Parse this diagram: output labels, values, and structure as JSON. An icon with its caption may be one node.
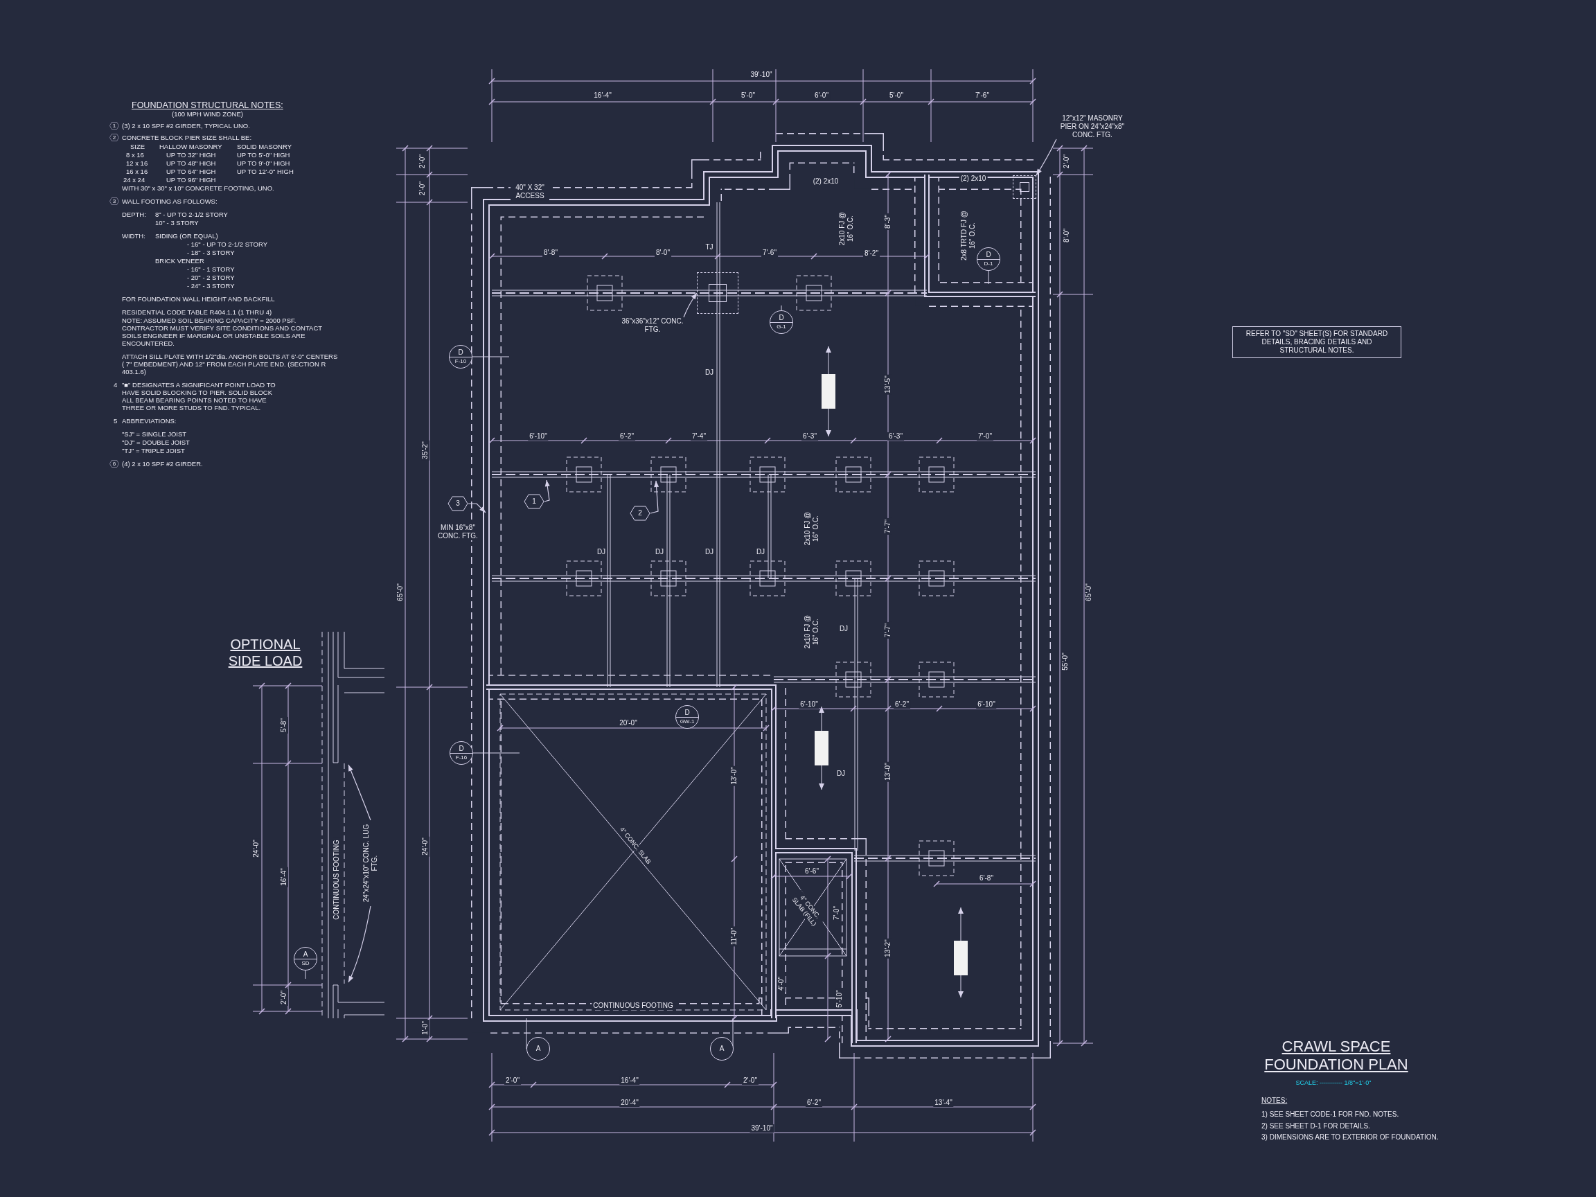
{
  "diagram": {
    "title": "CRAWL SPACE FOUNDATION PLAN",
    "nodes": [
      {
        "text": [
          "12\"x12\" MASONRY PIER ON 24\"x24\"x8\" CONC. FTG."
        ]
      },
      {
        "text": [],
        "shape": "box"
      },
      {
        "text": [
          "D",
          "D-1"
        ]
      },
      {
        "text": [
          "36\"x36\"x12\" CONC. FTG."
        ]
      },
      {
        "text": [],
        "shape": "box"
      },
      {
        "text": [
          "D",
          "G-1"
        ]
      },
      {
        "text": [
          "D",
          "F-10"
        ]
      },
      {
        "text": [
          "REFER TO \"SD\" SHEET(S) FOR STANDARD DETAILS, BRACING DETAILS AND STRUCTURAL NOTES."
        ]
      },
      {
        "text": [
          "3"
        ],
        "beside": [
          "MIN 16\"x8\" CONC. FTG."
        ]
      },
      {
        "text": [
          "1"
        ]
      },
      {
        "text": [
          "2"
        ]
      },
      {
        "text": [
          "D",
          "GW-1"
        ]
      },
      {
        "text": [
          "D",
          "F-16"
        ]
      },
      {
        "text": [
          "A",
          "SD"
        ]
      },
      {
        "text": [
          "24\"x24\"x10\" CONC. LUG FTG."
        ]
      },
      {
        "text": [
          "A"
        ]
      },
      {
        "text": [
          "A"
        ]
      }
    ],
    "edges": [
      {
        "from": 0,
        "to": 1,
        "arrow": "to"
      },
      {
        "from": 3,
        "to": 4,
        "arrow": "to"
      },
      {
        "from": 8,
        "to": null,
        "arrow": "to"
      },
      {
        "from": 9,
        "to": null,
        "arrow": "to"
      },
      {
        "from": 10,
        "to": null,
        "arrow": "to"
      },
      {
        "from": 14,
        "to": null,
        "arrow": "to"
      },
      {
        "from": 14,
        "to": null,
        "arrow": "to"
      }
    ],
    "labels": [
      "FOUNDATION STRUCTURAL NOTES:",
      "(100 MPH WIND ZONE)",
      "1",
      "(3) 2 x 10 SPF #2 GIRDER, TYPICAL UNO.",
      "2",
      "CONCRETE BLOCK PIER SIZE SHALL BE:",
      "SIZE",
      "HALLOW MASONRY",
      "SOLID MASONRY",
      "8 x 16",
      "UP TO 32\" HIGH",
      "UP TO 5'-0\" HIGH",
      "12 x 16",
      "UP TO 48\" HIGH",
      "UP TO 9'-0\" HIGH",
      "16 x 16",
      "UP TO 64\" HIGH",
      "UP TO 12'-0\" HIGH",
      "24 x 24",
      "UP TO 96\" HIGH",
      "WITH 30\" x 30\" x 10\" CONCRETE FOOTING, UNO.",
      "3",
      "WALL FOOTING AS FOLLOWS:",
      "DEPTH:",
      "8\" - UP TO 2-1/2 STORY",
      "10\" - 3 STORY",
      "WIDTH:",
      "SIDING (OR EQUAL)",
      "- 16\" - UP TO 2-1/2 STORY",
      "- 18\" - 3 STORY",
      "BRICK VENEER",
      "- 16\" - 1 STORY",
      "- 20\" - 2 STORY",
      "- 24\" - 3 STORY",
      "FOR FOUNDATION WALL HEIGHT AND BACKFILL",
      "RESIDENTIAL CODE TABLE R404.1.1 (1 THRU 4)",
      "NOTE: ASSUMED SOIL BEARING CAPACITY = 2000 PSF. CONTRACTOR MUST VERIFY SITE CONDITIONS AND CONTACT SOILS ENGINEER IF MARGINAL OR UNSTABLE SOILS ARE ENCOUNTERED.",
      "ATTACH SILL PLATE WITH 1/2\"dia. ANCHOR BOLTS AT 6'-0\" CENTERS ( 7\" EMBEDMENT) AND 12\" FROM EACH PLATE END. (SECTION R 403.1.6)",
      "4",
      "\"■\" DESIGNATES A SIGNIFICANT POINT LOAD TO HAVE SOLID BLOCKING TO PIER. SOLID BLOCK ALL BEAM BEARING POINTS NOTED TO HAVE THREE OR MORE STUDS TO FND. TYPICAL.",
      "5",
      "ABBREVIATIONS:",
      "\"SJ\" = SINGLE JOIST",
      "\"DJ\" = DOUBLE JOIST",
      "\"TJ\" = TRIPLE JOIST",
      "6",
      "(4) 2 x 10 SPF #2 GIRDER.",
      "39'-10\"",
      "16'-4\"",
      "5'-0\"",
      "6'-0\"",
      "5'-0\"",
      "7'-6\"",
      "2'-0\"",
      "2'-0\"",
      "40\" X 32\" ACCESS",
      "(2) 2x10",
      "(2) 2x10",
      "2'-0\"",
      "8'-0\"",
      "TJ",
      "8'-8\"",
      "8'-0\"",
      "7'-6\"",
      "8'-2\"",
      "2x10 FJ @ 16\" O.C.",
      "8'-3\"",
      "2x8 TRTD FJ @ 16\" O.C.",
      "DJ",
      "13'-5\"",
      "35'-2\"",
      "65'-0\"",
      "65'-0\"",
      "55'-0\"",
      "6'-10\"",
      "6'-2\"",
      "7'-4\"",
      "6'-3\"",
      "6'-3\"",
      "7'-0\"",
      "2x10 FJ @ 16\" O.C.",
      "7'-7\"",
      "DJ",
      "DJ",
      "DJ",
      "DJ",
      "2x10 FJ @ 16\" O.C.",
      "DJ",
      "7'-7\"",
      "6'-10\"",
      "6'-2\"",
      "6'-10\"",
      "20'-0\"",
      "13'-0\"",
      "4\" CONC. SLAB",
      "11'-0\"",
      "DJ",
      "13'-0\"",
      "6'-6\"",
      "4\" CONC. SLAB (FILL)",
      "7'-0\"",
      "6'-8\"",
      "13'-2\"",
      "4'-0\"",
      "5'-10\"",
      "CONTINUOUS FOOTING",
      "2'-0\"",
      "16'-4\"",
      "2'-0\"",
      "20'-4\"",
      "6'-2\"",
      "13'-4\"",
      "39'-10\"",
      "24'-0\"",
      "1'-0\"",
      "OPTIONAL SIDE LOAD",
      "5'-8\"",
      "24'-0\"",
      "16'-4\"",
      "2'-0\"",
      "CONTINUOUS FOOTING",
      "SCALE: ----------- 1/8\"=1'-0\"",
      "NOTES:",
      "1) SEE SHEET CODE-1 FOR FND. NOTES.",
      "2) SEE SHEET D-1 FOR DETAILS.",
      "3) DIMENSIONS ARE TO EXTERIOR OF FOUNDATION."
    ]
  }
}
